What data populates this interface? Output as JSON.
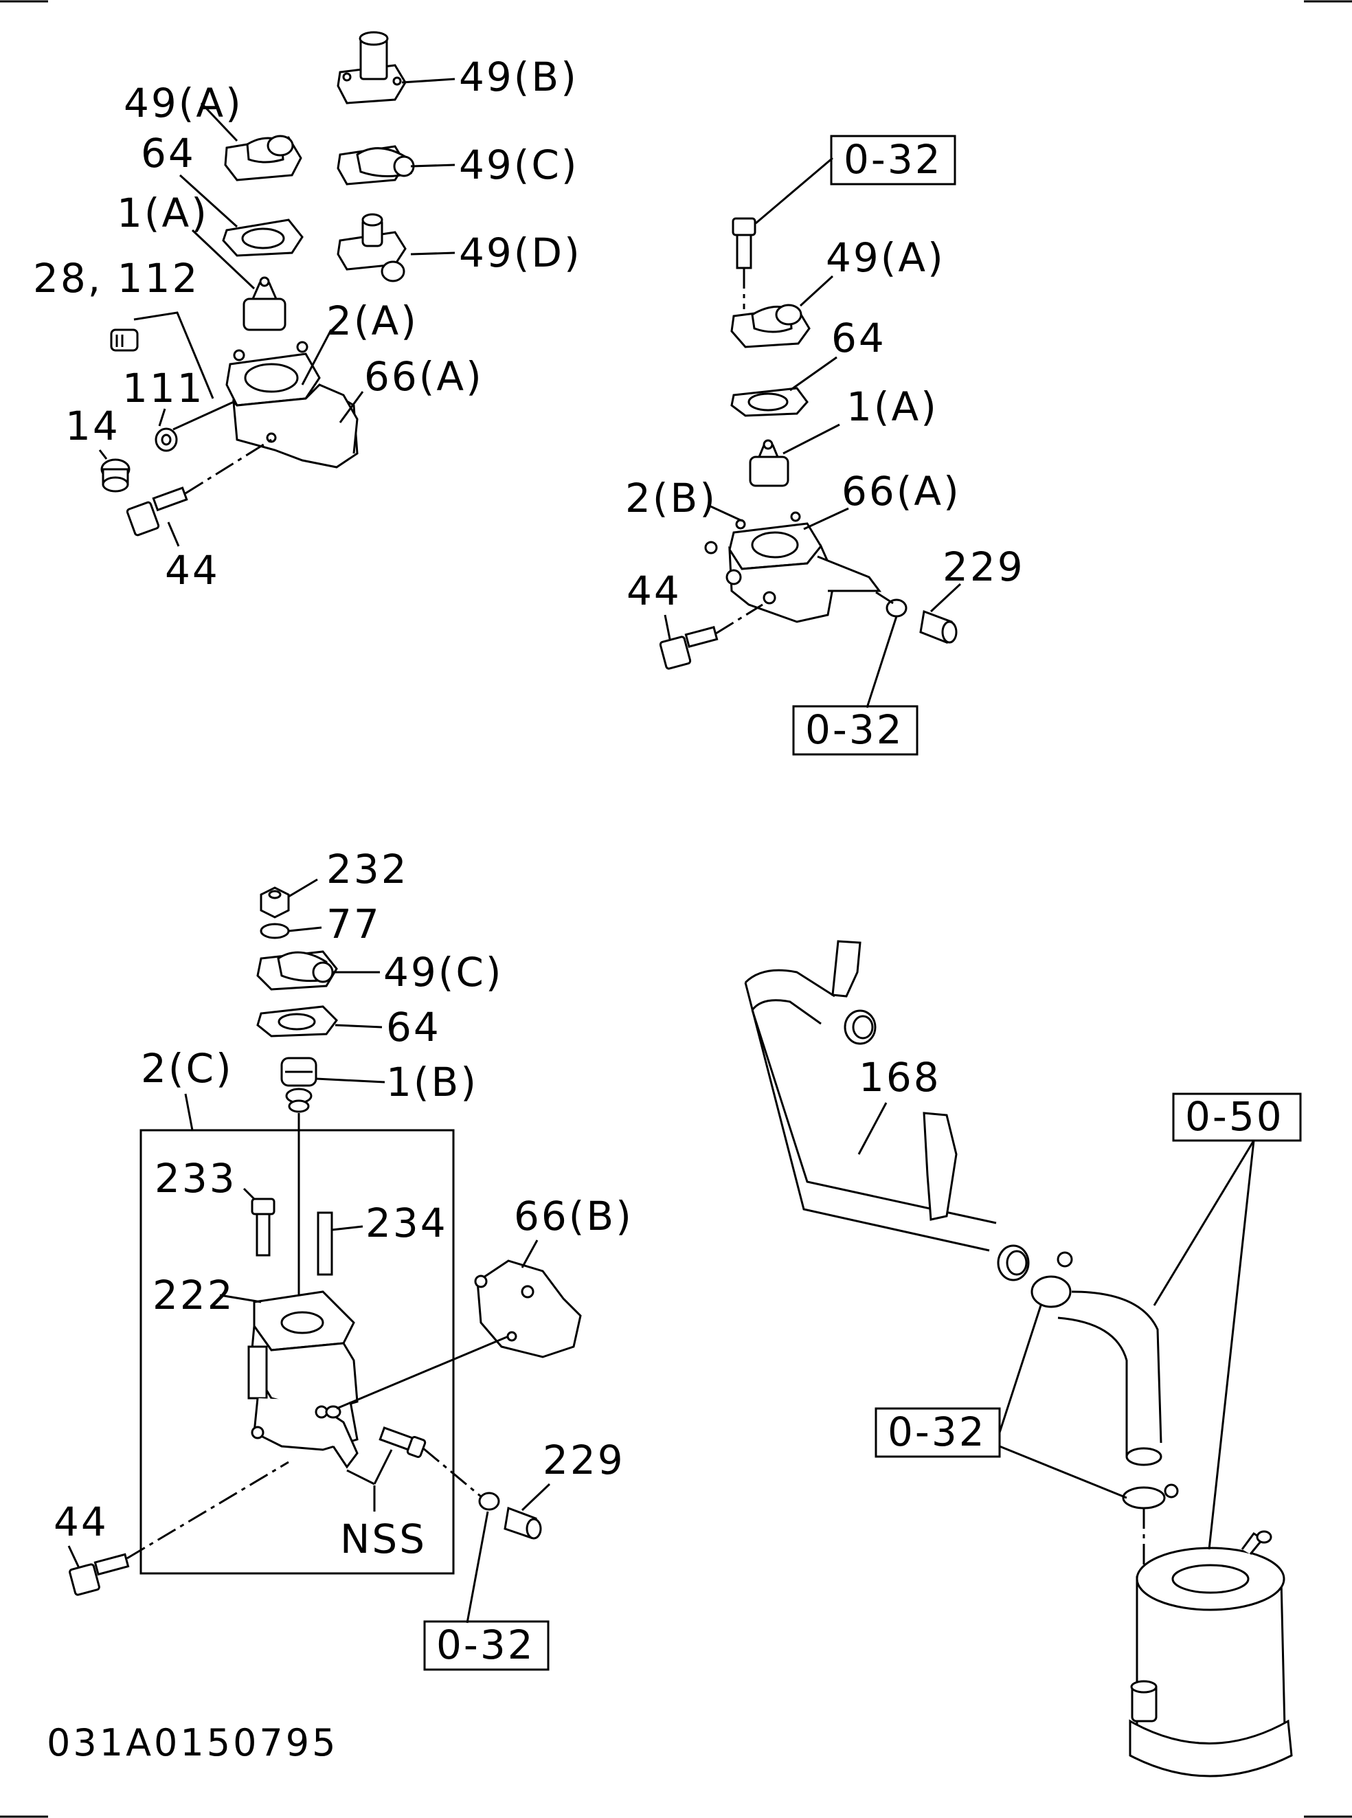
{
  "diagram": {
    "top_left": {
      "labels": [
        "49(B)",
        "49(A)",
        "64",
        "49(C)",
        "1(A)",
        "49(D)",
        "28, 112",
        "2(A)",
        "111",
        "66(A)",
        "14",
        "44"
      ]
    },
    "top_right": {
      "refs": [
        "0-32",
        "0-32"
      ],
      "labels": [
        "49(A)",
        "64",
        "1(A)",
        "2(B)",
        "66(A)",
        "229",
        "44"
      ]
    },
    "bottom_left": {
      "labels": [
        "232",
        "77",
        "49(C)",
        "64",
        "1(B)",
        "2(C)",
        "233",
        "234",
        "66(B)",
        "222",
        "229",
        "44",
        "NSS"
      ],
      "ref": "0-32"
    },
    "bottom_right": {
      "labels": [
        "168"
      ],
      "refs": [
        "0-50",
        "0-32"
      ]
    },
    "code": "031A0150795"
  },
  "icons": [
    "thermostat-housing-icon",
    "gasket-icon",
    "thermostat-icon",
    "bolt-icon",
    "plug-icon",
    "washer-icon",
    "hose-clamp-icon",
    "water-pipe-icon",
    "reservoir-tank-icon"
  ]
}
